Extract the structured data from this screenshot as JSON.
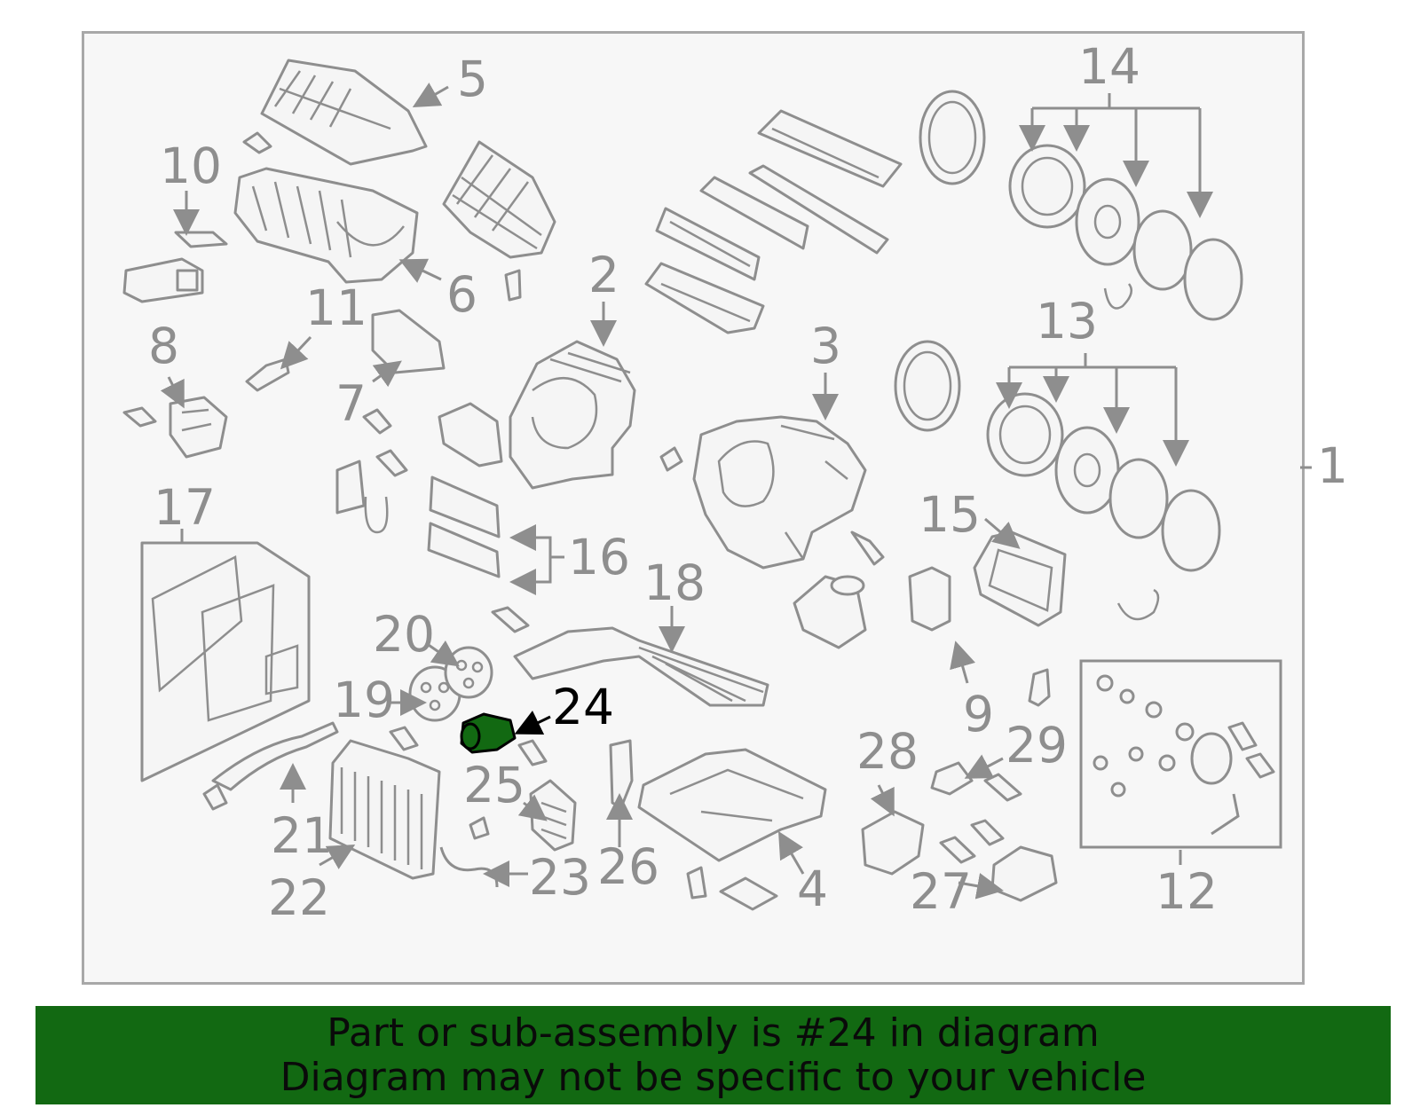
{
  "highlight_color": "#126912",
  "callout_color": "#8e8e8e",
  "labels": {
    "c1": "1",
    "c2": "2",
    "c3": "3",
    "c4": "4",
    "c5": "5",
    "c6": "6",
    "c7": "7",
    "c8": "8",
    "c9": "9",
    "c10": "10",
    "c11": "11",
    "c12": "12",
    "c13": "13",
    "c14": "14",
    "c15": "15",
    "c16": "16",
    "c17": "17",
    "c18": "18",
    "c19": "19",
    "c20": "20",
    "c21": "21",
    "c22": "22",
    "c23": "23",
    "c24": "24",
    "c25": "25",
    "c26": "26",
    "c27": "27",
    "c28": "28",
    "c29": "29"
  },
  "footer": {
    "line1": "Part or sub-assembly is #24 in diagram",
    "line2": "Diagram may not be specific to your vehicle"
  }
}
